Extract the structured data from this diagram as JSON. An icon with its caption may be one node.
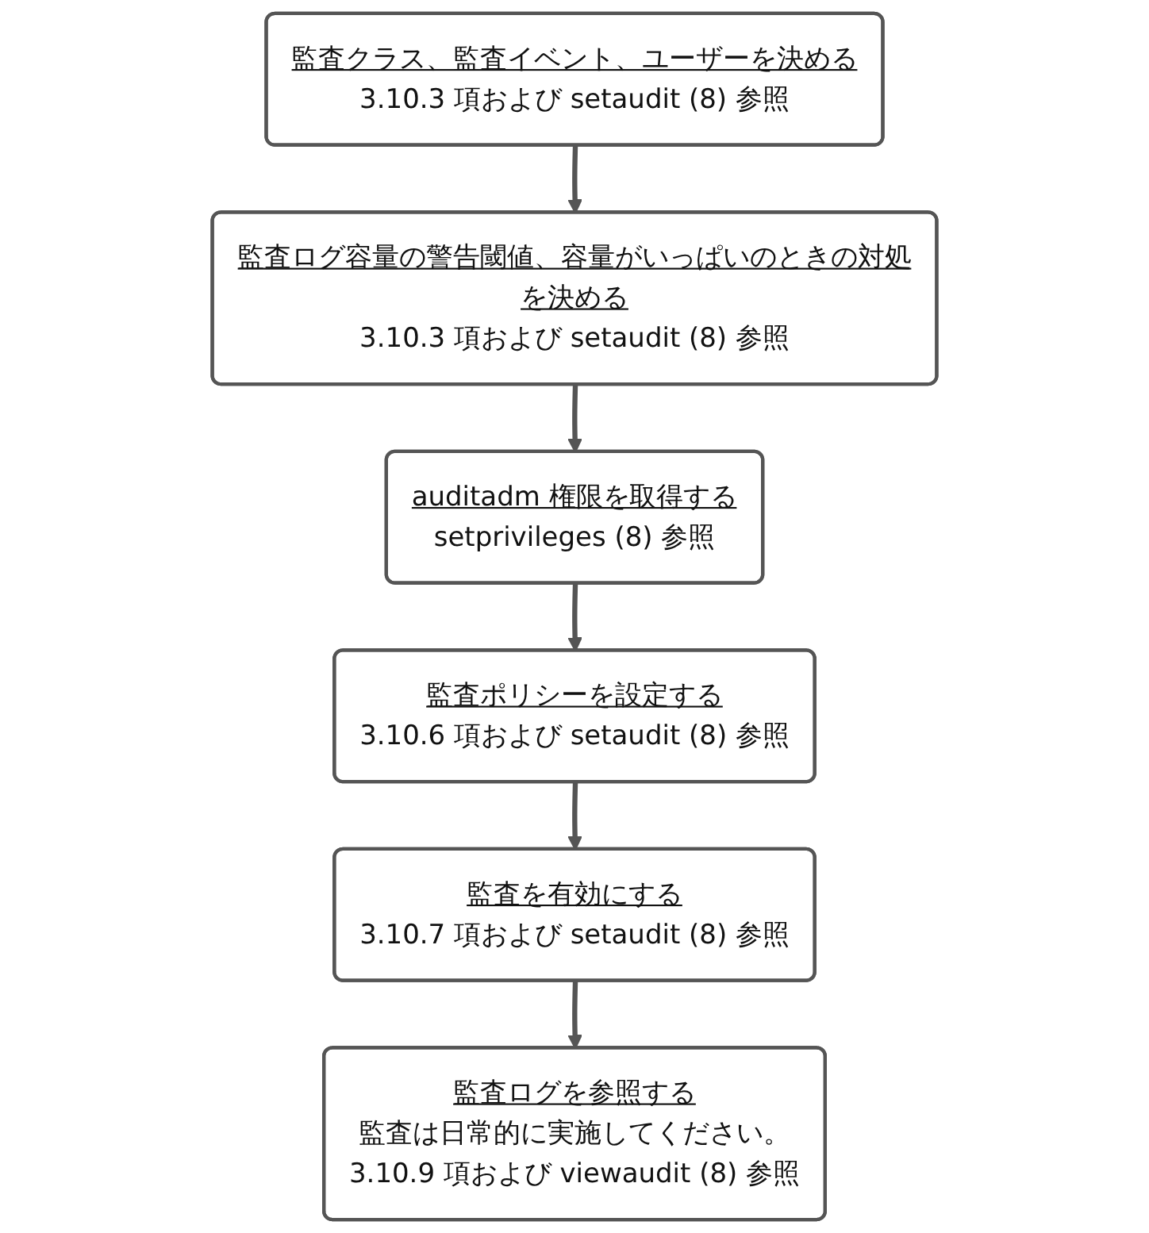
{
  "diagram": {
    "nodes": [
      {
        "text": [
          "監査クラス、監査イベント、ユーザーを決める",
          "3.10.3 項および setaudit (8) 参照"
        ]
      },
      {
        "text": [
          "監査ログ容量の警告閾値、容量がいっぱいのときの対処を決める",
          "3.10.3 項および setaudit (8) 参照"
        ]
      },
      {
        "text": [
          "auditadm 権限を取得する",
          "setprivileges (8) 参照"
        ]
      },
      {
        "text": [
          "監査ポリシーを設定する",
          "3.10.6 項および setaudit (8) 参照"
        ]
      },
      {
        "text": [
          "監査を有効にする",
          "3.10.7 項および setaudit (8) 参照"
        ]
      },
      {
        "text": [
          "監査ログを参照する",
          "監査は日常的に実施してください。",
          "3.10.9 項および viewaudit (8) 参照"
        ]
      }
    ],
    "edges": [
      {
        "from": 0,
        "to": 1,
        "arrow": "to"
      },
      {
        "from": 1,
        "to": 2,
        "arrow": "to"
      },
      {
        "from": 2,
        "to": 3,
        "arrow": "to"
      },
      {
        "from": 3,
        "to": 4,
        "arrow": "to"
      },
      {
        "from": 4,
        "to": 5,
        "arrow": "to"
      }
    ]
  }
}
